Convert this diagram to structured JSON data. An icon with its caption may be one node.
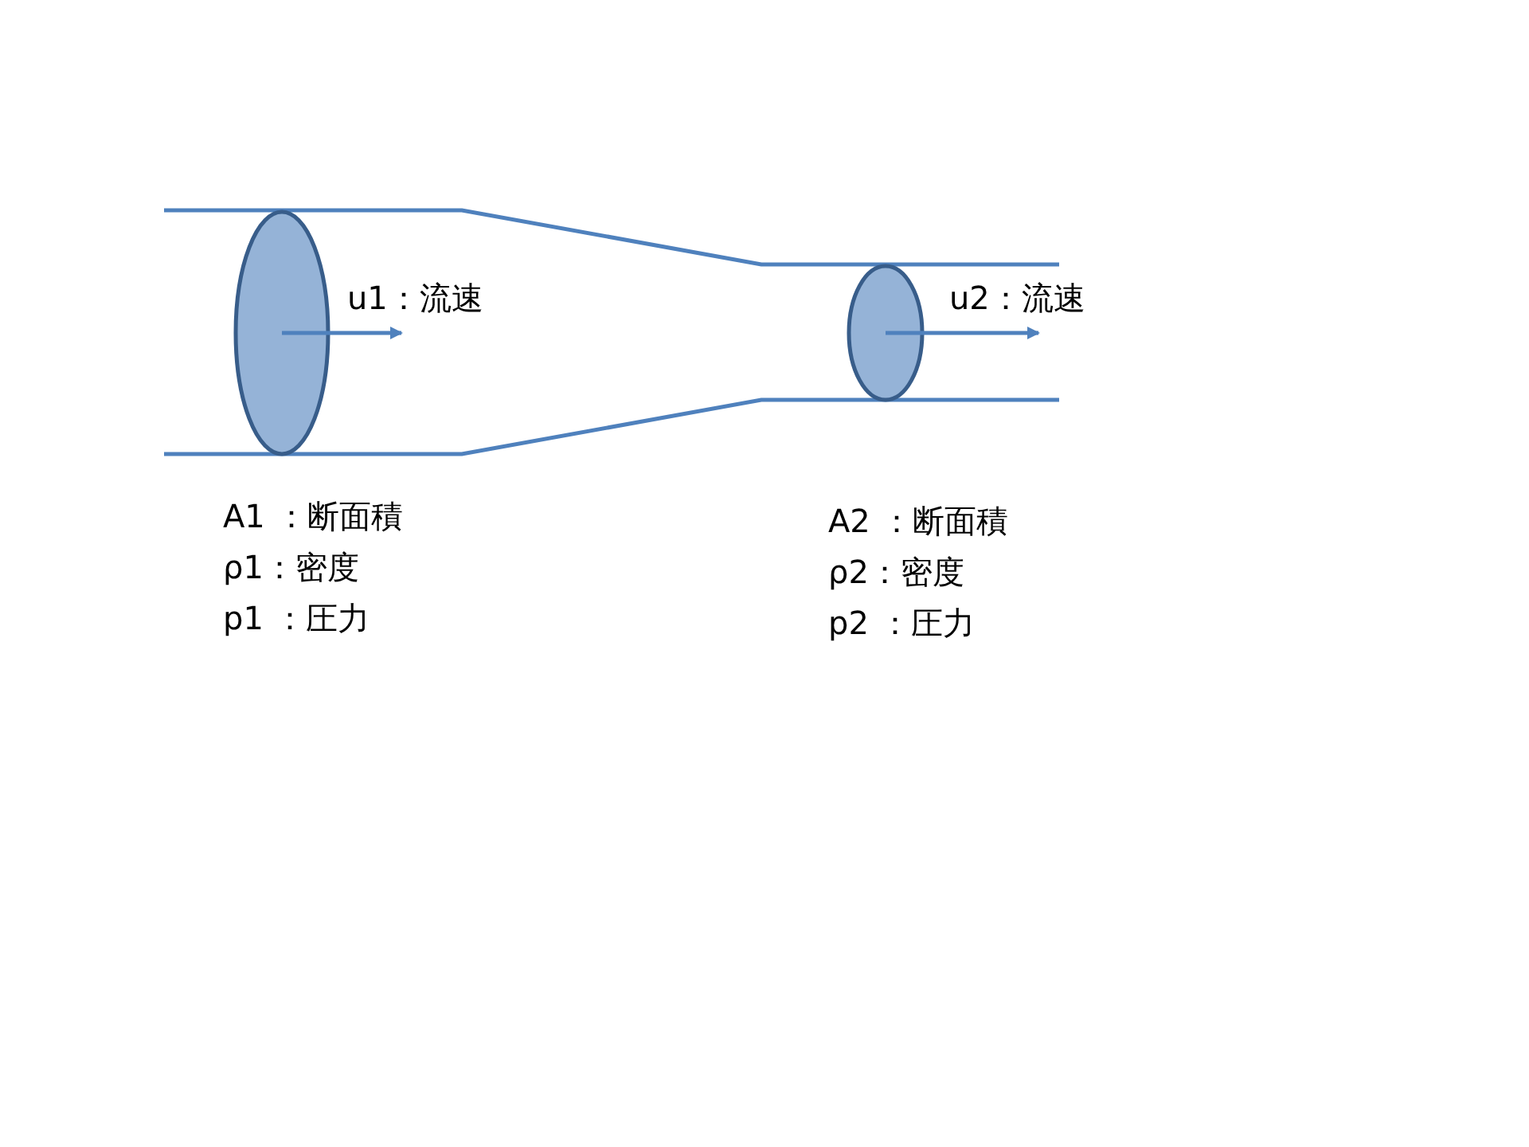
{
  "diagram": {
    "labels": [
      "u1：流速",
      "u2：流速",
      "A1 ：断面積",
      "ρ1：密度",
      "p1 ：圧力",
      "A2 ：断面積",
      "ρ2：密度",
      "p2 ：圧力"
    ]
  }
}
